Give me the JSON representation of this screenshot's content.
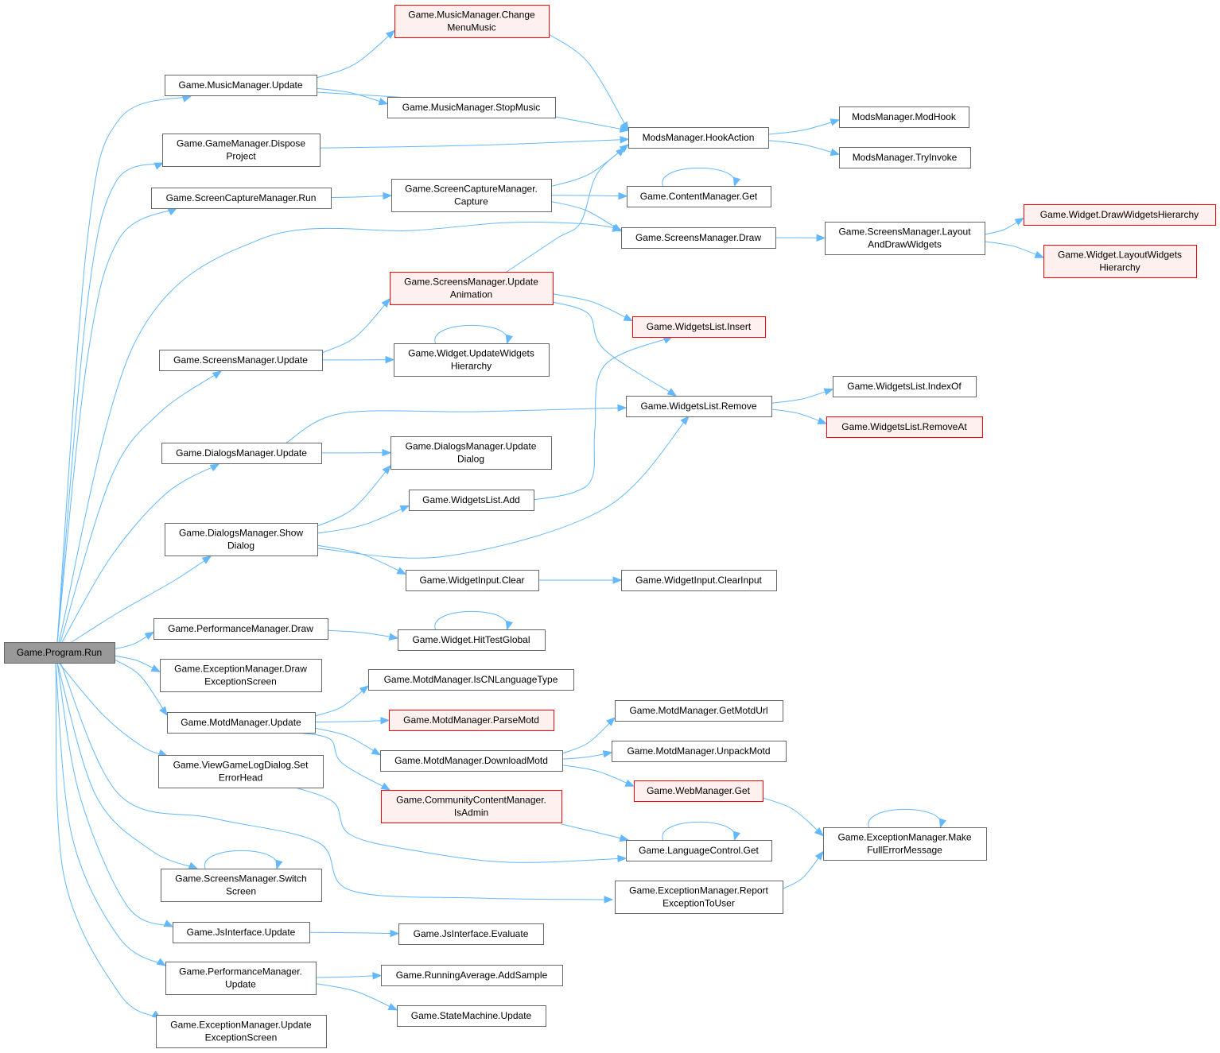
{
  "colors": {
    "edge": "#63b8ff",
    "node_border": "#666666",
    "truncated_border": "#ff0000",
    "truncated_fill": "#fff0f0",
    "root_fill": "#999999"
  },
  "nodes": [
    {
      "id": "run",
      "lines": [
        "Game.Program.Run"
      ],
      "style": "root"
    },
    {
      "id": "mm_change",
      "lines": [
        "Game.MusicManager.Change",
        "MenuMusic"
      ],
      "style": "red"
    },
    {
      "id": "mm_update",
      "lines": [
        "Game.MusicManager.Update"
      ],
      "style": "normal"
    },
    {
      "id": "mm_stop",
      "lines": [
        "Game.MusicManager.StopMusic"
      ],
      "style": "normal"
    },
    {
      "id": "gm_dispose",
      "lines": [
        "Game.GameManager.Dispose",
        "Project"
      ],
      "style": "normal"
    },
    {
      "id": "mods_hook",
      "lines": [
        "ModsManager.HookAction"
      ],
      "style": "normal"
    },
    {
      "id": "mods_modhook",
      "lines": [
        "ModsManager.ModHook"
      ],
      "style": "normal"
    },
    {
      "id": "mods_tryinvoke",
      "lines": [
        "ModsManager.TryInvoke"
      ],
      "style": "normal"
    },
    {
      "id": "scm_run",
      "lines": [
        "Game.ScreenCaptureManager.Run"
      ],
      "style": "normal"
    },
    {
      "id": "scm_capture",
      "lines": [
        "Game.ScreenCaptureManager.",
        "Capture"
      ],
      "style": "normal"
    },
    {
      "id": "cm_get",
      "lines": [
        "Game.ContentManager.Get"
      ],
      "style": "normal"
    },
    {
      "id": "sm_draw",
      "lines": [
        "Game.ScreensManager.Draw"
      ],
      "style": "normal"
    },
    {
      "id": "sm_layout",
      "lines": [
        "Game.ScreensManager.Layout",
        "AndDrawWidgets"
      ],
      "style": "normal"
    },
    {
      "id": "w_drawhier",
      "lines": [
        "Game.Widget.DrawWidgetsHierarchy"
      ],
      "style": "red"
    },
    {
      "id": "w_layouthier",
      "lines": [
        "Game.Widget.LayoutWidgets",
        "Hierarchy"
      ],
      "style": "red"
    },
    {
      "id": "sm_updanim",
      "lines": [
        "Game.ScreensManager.Update",
        "Animation"
      ],
      "style": "red"
    },
    {
      "id": "wl_insert",
      "lines": [
        "Game.WidgetsList.Insert"
      ],
      "style": "red"
    },
    {
      "id": "sm_update",
      "lines": [
        "Game.ScreensManager.Update"
      ],
      "style": "normal"
    },
    {
      "id": "w_updhier",
      "lines": [
        "Game.Widget.UpdateWidgets",
        "Hierarchy"
      ],
      "style": "normal"
    },
    {
      "id": "wl_indexof",
      "lines": [
        "Game.WidgetsList.IndexOf"
      ],
      "style": "normal"
    },
    {
      "id": "wl_remove",
      "lines": [
        "Game.WidgetsList.Remove"
      ],
      "style": "normal"
    },
    {
      "id": "wl_removeat",
      "lines": [
        "Game.WidgetsList.RemoveAt"
      ],
      "style": "red"
    },
    {
      "id": "dm_update",
      "lines": [
        "Game.DialogsManager.Update"
      ],
      "style": "normal"
    },
    {
      "id": "dm_upddialog",
      "lines": [
        "Game.DialogsManager.Update",
        "Dialog"
      ],
      "style": "normal"
    },
    {
      "id": "wl_add",
      "lines": [
        "Game.WidgetsList.Add"
      ],
      "style": "normal"
    },
    {
      "id": "dm_show",
      "lines": [
        "Game.DialogsManager.Show",
        "Dialog"
      ],
      "style": "normal"
    },
    {
      "id": "wi_clear",
      "lines": [
        "Game.WidgetInput.Clear"
      ],
      "style": "normal"
    },
    {
      "id": "wi_clearinput",
      "lines": [
        "Game.WidgetInput.ClearInput"
      ],
      "style": "normal"
    },
    {
      "id": "pm_draw",
      "lines": [
        "Game.PerformanceManager.Draw"
      ],
      "style": "normal"
    },
    {
      "id": "w_hittest",
      "lines": [
        "Game.Widget.HitTestGlobal"
      ],
      "style": "normal"
    },
    {
      "id": "em_draw",
      "lines": [
        "Game.ExceptionManager.Draw",
        "ExceptionScreen"
      ],
      "style": "normal"
    },
    {
      "id": "motd_iscn",
      "lines": [
        "Game.MotdManager.IsCNLanguageType"
      ],
      "style": "normal"
    },
    {
      "id": "motd_update",
      "lines": [
        "Game.MotdManager.Update"
      ],
      "style": "normal"
    },
    {
      "id": "motd_parse",
      "lines": [
        "Game.MotdManager.ParseMotd"
      ],
      "style": "red"
    },
    {
      "id": "motd_geturl",
      "lines": [
        "Game.MotdManager.GetMotdUrl"
      ],
      "style": "normal"
    },
    {
      "id": "motd_download",
      "lines": [
        "Game.MotdManager.DownloadMotd"
      ],
      "style": "normal"
    },
    {
      "id": "motd_unpack",
      "lines": [
        "Game.MotdManager.UnpackMotd"
      ],
      "style": "normal"
    },
    {
      "id": "vgl_set",
      "lines": [
        "Game.ViewGameLogDialog.Set",
        "ErrorHead"
      ],
      "style": "normal"
    },
    {
      "id": "ccm_isadmin",
      "lines": [
        "Game.CommunityContentManager.",
        "IsAdmin"
      ],
      "style": "red"
    },
    {
      "id": "web_get",
      "lines": [
        "Game.WebManager.Get"
      ],
      "style": "red"
    },
    {
      "id": "em_make",
      "lines": [
        "Game.ExceptionManager.Make",
        "FullErrorMessage"
      ],
      "style": "normal"
    },
    {
      "id": "lc_get",
      "lines": [
        "Game.LanguageControl.Get"
      ],
      "style": "normal"
    },
    {
      "id": "sm_switch",
      "lines": [
        "Game.ScreensManager.Switch",
        "Screen"
      ],
      "style": "normal"
    },
    {
      "id": "em_report",
      "lines": [
        "Game.ExceptionManager.Report",
        "ExceptionToUser"
      ],
      "style": "normal"
    },
    {
      "id": "js_update",
      "lines": [
        "Game.JsInterface.Update"
      ],
      "style": "normal"
    },
    {
      "id": "js_eval",
      "lines": [
        "Game.JsInterface.Evaluate"
      ],
      "style": "normal"
    },
    {
      "id": "pm_update",
      "lines": [
        "Game.PerformanceManager.",
        "Update"
      ],
      "style": "normal"
    },
    {
      "id": "ra_add",
      "lines": [
        "Game.RunningAverage.AddSample"
      ],
      "style": "normal"
    },
    {
      "id": "stm_update",
      "lines": [
        "Game.StateMachine.Update"
      ],
      "style": "normal"
    },
    {
      "id": "em_updscreen",
      "lines": [
        "Game.ExceptionManager.Update",
        "ExceptionScreen"
      ],
      "style": "normal"
    }
  ],
  "edges": [
    [
      "run",
      "mm_update"
    ],
    [
      "run",
      "gm_dispose"
    ],
    [
      "run",
      "scm_run"
    ],
    [
      "run",
      "sm_draw"
    ],
    [
      "run",
      "sm_update"
    ],
    [
      "run",
      "dm_update"
    ],
    [
      "run",
      "dm_show"
    ],
    [
      "run",
      "pm_draw"
    ],
    [
      "run",
      "em_draw"
    ],
    [
      "run",
      "motd_update"
    ],
    [
      "run",
      "vgl_set"
    ],
    [
      "run",
      "sm_switch"
    ],
    [
      "run",
      "js_update"
    ],
    [
      "run",
      "pm_update"
    ],
    [
      "run",
      "em_updscreen"
    ],
    [
      "run",
      "em_report"
    ],
    [
      "mm_update",
      "mm_change"
    ],
    [
      "mm_update",
      "mods_hook"
    ],
    [
      "mm_update",
      "mm_stop"
    ],
    [
      "mm_change",
      "mods_hook"
    ],
    [
      "gm_dispose",
      "mods_hook"
    ],
    [
      "mods_hook",
      "mods_modhook"
    ],
    [
      "mods_hook",
      "mods_tryinvoke"
    ],
    [
      "scm_run",
      "scm_capture"
    ],
    [
      "scm_capture",
      "mods_hook"
    ],
    [
      "scm_capture",
      "cm_get"
    ],
    [
      "scm_capture",
      "sm_draw"
    ],
    [
      "cm_get",
      "cm_get"
    ],
    [
      "sm_draw",
      "sm_layout"
    ],
    [
      "sm_layout",
      "w_drawhier"
    ],
    [
      "sm_layout",
      "w_layouthier"
    ],
    [
      "sm_update",
      "sm_updanim"
    ],
    [
      "sm_update",
      "w_updhier"
    ],
    [
      "sm_updanim",
      "mods_hook"
    ],
    [
      "sm_updanim",
      "wl_insert"
    ],
    [
      "sm_updanim",
      "wl_remove"
    ],
    [
      "w_updhier",
      "w_updhier"
    ],
    [
      "wl_remove",
      "wl_indexof"
    ],
    [
      "wl_remove",
      "wl_removeat"
    ],
    [
      "dm_update",
      "wl_remove"
    ],
    [
      "dm_update",
      "dm_upddialog"
    ],
    [
      "dm_show",
      "dm_upddialog"
    ],
    [
      "dm_show",
      "wl_add"
    ],
    [
      "dm_show",
      "wl_remove"
    ],
    [
      "dm_show",
      "wi_clear"
    ],
    [
      "wl_add",
      "wl_insert"
    ],
    [
      "wi_clear",
      "wi_clearinput"
    ],
    [
      "pm_draw",
      "w_hittest"
    ],
    [
      "w_hittest",
      "w_hittest"
    ],
    [
      "motd_update",
      "motd_iscn"
    ],
    [
      "motd_update",
      "motd_parse"
    ],
    [
      "motd_update",
      "motd_download"
    ],
    [
      "motd_update",
      "ccm_isadmin"
    ],
    [
      "motd_download",
      "motd_geturl"
    ],
    [
      "motd_download",
      "motd_unpack"
    ],
    [
      "motd_download",
      "web_get"
    ],
    [
      "web_get",
      "em_make"
    ],
    [
      "em_make",
      "em_make"
    ],
    [
      "vgl_set",
      "lc_get"
    ],
    [
      "ccm_isadmin",
      "lc_get"
    ],
    [
      "lc_get",
      "lc_get"
    ],
    [
      "sm_switch",
      "sm_switch"
    ],
    [
      "em_report",
      "em_make"
    ],
    [
      "js_update",
      "js_eval"
    ],
    [
      "pm_update",
      "ra_add"
    ],
    [
      "pm_update",
      "stm_update"
    ]
  ]
}
